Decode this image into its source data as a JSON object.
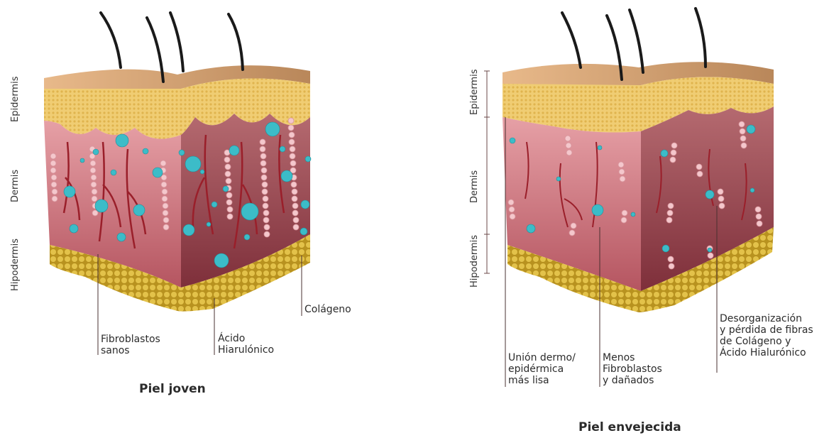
{
  "young": {
    "caption": "Piel joven",
    "layers": {
      "epidermis": "Epidermis",
      "dermis": "Dermis",
      "hypodermis": "Hipodermis"
    },
    "labels": {
      "fibroblasts": "Fibroblastos\nsanos",
      "hyaluronic": "Ácido\nHiarulónico",
      "collagen": "Colágeno"
    }
  },
  "aged": {
    "caption": "Piel envejecida",
    "layers": {
      "epidermis": "Epidermis",
      "dermis": "Dermis",
      "hypodermis": "Hipodermis"
    },
    "labels": {
      "junction": "Unión dermo/\nepidérmica\nmás lisa",
      "fibroblasts": "Menos\nFibroblastos\ny dañados",
      "disorganization": "Desorganización\ny pérdida de fibras\nde Colágeno y\nÁcido Hialurónico"
    }
  },
  "colors": {
    "skin_top": "#d9a877",
    "epidermis": "#f0cd73",
    "dermis": "#c46b72",
    "hypodermis": "#c9a52c",
    "hyaluronic": "#3cbcc8",
    "collagen": "#f4c7cc",
    "vessels": "#9a1f2a",
    "hair": "#1a1a1a"
  }
}
